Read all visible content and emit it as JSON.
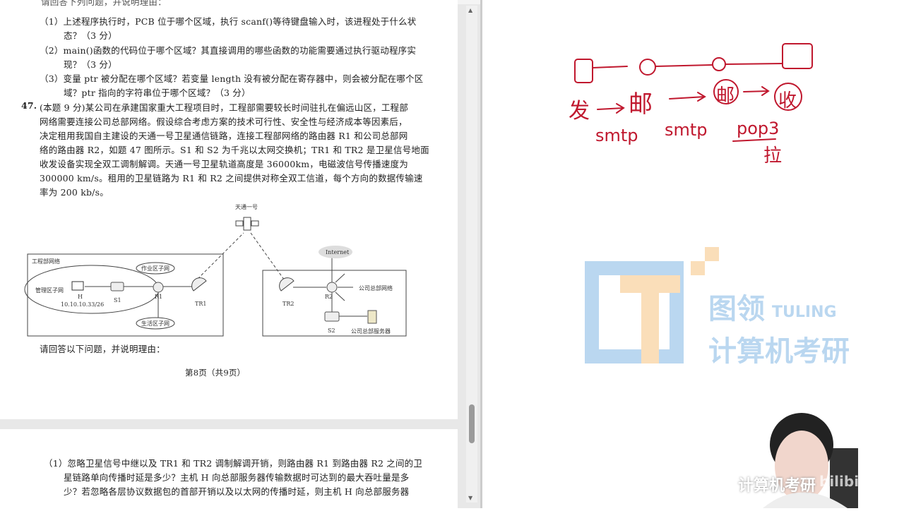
{
  "document": {
    "page1": {
      "cut_line": "请回答下列问题，并说明理由：",
      "q46_items": [
        "（1）上述程序执行时，PCB 位于哪个区域，执行 scanf()等待键盘输入时，该进程处于什么状",
        "态？（3 分）",
        "（2）main()函数的代码位于哪个区域？其直接调用的哪些函数的功能需要通过执行驱动程序实",
        "现？（3 分）",
        "（3）变量 ptr 被分配在哪个区域？若变量 length 没有被分配在寄存器中，则会被分配在哪个区",
        "域？ptr 指向的字符串位于哪个区域？（3 分）"
      ],
      "q47_number": "47.",
      "q47_lines": [
        "(本题 9 分)某公司在承建国家重大工程项目时，工程部需要较长时间驻扎在偏远山区，工程部",
        "网络需要连接公司总部网络。假设综合考虑方案的技术可行性、安全性与经济成本等因素后，",
        "决定租用我国自主建设的天通一号卫星通信链路，连接工程部网络的路由器 R1 和公司总部网",
        "络的路由器 R2，如题 47 图所示。S1 和 S2 为千兆以太网交换机；TR1 和 TR2 是卫星信号地面",
        "收发设备实现全双工调制解调。天通一号卫星轨道高度是 36000km，电磁波信号传播速度为",
        "300000 km/s。租用的卫星链路为 R1 和 R2 之间提供对称全双工信道，每个方向的数据传输速",
        "率为 200 kb/s。"
      ],
      "diagram": {
        "satellite": "天通一号",
        "left_network": "工程部网络",
        "work_subnet": "作业区子网",
        "mgmt_subnet": "管理区子网",
        "life_subnet": "生活区子网",
        "host": "H",
        "host_ip": "10.10.10.33/26",
        "s1": "S1",
        "r1": "R1",
        "tr1": "TR1",
        "tr2": "TR2",
        "r2": "R2",
        "internet": "Internet",
        "hq_network": "公司总部网络",
        "s2": "S2",
        "hq_server": "公司总部服务器"
      },
      "prompt": "请回答以下问题，并说明理由：",
      "footer": "第8页（共9页）"
    },
    "page2": {
      "lines": [
        "（1）忽略卫星信号中继以及 TR1 和 TR2 调制解调开销，则路由器 R1 到路由器 R2 之间的卫",
        "星链路单向传播时延是多少？主机 H 向总部服务器传输数据时可达到的最大吞吐量是多",
        "少？若忽略各层协议数据包的首部开销以及以太网的传播时延，则主机 H 向总部服务器"
      ]
    }
  },
  "whiteboard": {
    "ink_color": "#c0182e",
    "labels": [
      "发",
      "邮",
      "邮",
      "收",
      "smtp",
      "smtp",
      "pop3",
      "拉"
    ]
  },
  "watermark": {
    "cn": "图领",
    "en": "TULING",
    "sub": "计算机考研",
    "colors": [
      "#3c8fd6",
      "#f2a33a"
    ]
  },
  "camera_overlay": {
    "caption": "计算机考研",
    "brand": "bilibili"
  }
}
